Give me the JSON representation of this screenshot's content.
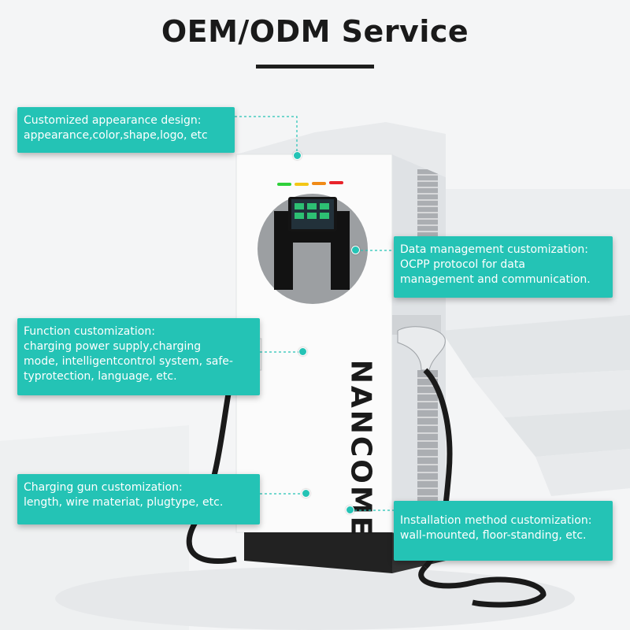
{
  "page": {
    "title": "OEM/ODM Service",
    "accent_color": "#24c3b5"
  },
  "product": {
    "brand": "NANCOME",
    "led_colors": [
      "#2fd03a",
      "#f3c716",
      "#f08a16",
      "#e8232a"
    ]
  },
  "cards": {
    "appearance": {
      "lines": [
        "Customized appearance design:",
        "appearance,color,shape,logo, etc"
      ]
    },
    "data": {
      "lines": [
        "Data management customization:",
        "OCPP protocol for data",
        "management and communication."
      ]
    },
    "function": {
      "lines": [
        "Function customization:",
        "charging power supply,charging",
        "mode, intelligentcontrol system, safe-",
        "typrotection, language, etc."
      ]
    },
    "gun": {
      "lines": [
        "Charging gun customization:",
        "length, wire materiat, plugtype, etc."
      ]
    },
    "install": {
      "lines": [
        "Installation method customization:",
        "wall-mounted, floor-standing, etc."
      ]
    }
  }
}
